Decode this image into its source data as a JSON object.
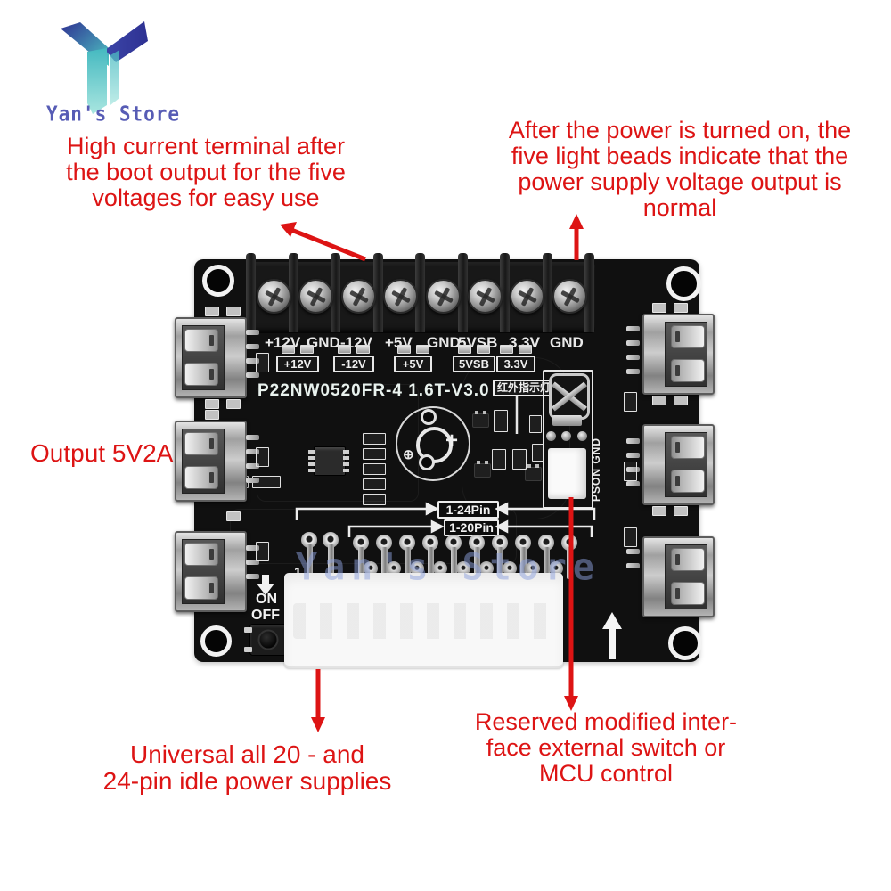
{
  "brand": {
    "store_name": "Yan's Store"
  },
  "annotations": {
    "high_current": {
      "lines": [
        "High current terminal after",
        "the boot output for the five",
        "voltages for easy use"
      ]
    },
    "power_leds": {
      "lines": [
        "After the power is turned on, the",
        "five light beads indicate that the",
        "power supply voltage output is",
        "normal"
      ]
    },
    "output": {
      "text": "Output 5V2A"
    },
    "universal": {
      "lines": [
        "Universal all 20 - and",
        "24-pin idle power supplies"
      ]
    },
    "reserved": {
      "lines": [
        "Reserved modified inter-",
        "face external switch or",
        "MCU control"
      ]
    }
  },
  "board": {
    "silkscreen_title": "P22NW0520FR-4 1.6T-V3.0",
    "terminal_labels": [
      "+12V",
      "GND",
      "-12V",
      "+5V",
      "GND",
      "5VSB",
      "3.3V",
      "GND"
    ],
    "led_indicator_labels": [
      "+12V",
      "-12V",
      "+5V",
      "5VSB",
      "3.3V"
    ],
    "ir_label": "红外指示灯",
    "pson_label": "PSON  GND",
    "pin24_label": "1-24Pin",
    "pin20_label": "1-20Pin",
    "switch_on_label": "ON",
    "switch_off_label": "OFF",
    "pin1_label": "1",
    "watermark": "Yan's Store"
  },
  "colors": {
    "annotation_red": "#dd1414",
    "logo_navy": "#2e3192",
    "logo_teal": "#4fc9c4",
    "store_text_blue": "#575cb5",
    "pcb_black": "#101010",
    "silkscreen_white": "#ededed",
    "connector_white": "#f8f8f8",
    "watermark_blue": "#8ca0dc"
  }
}
